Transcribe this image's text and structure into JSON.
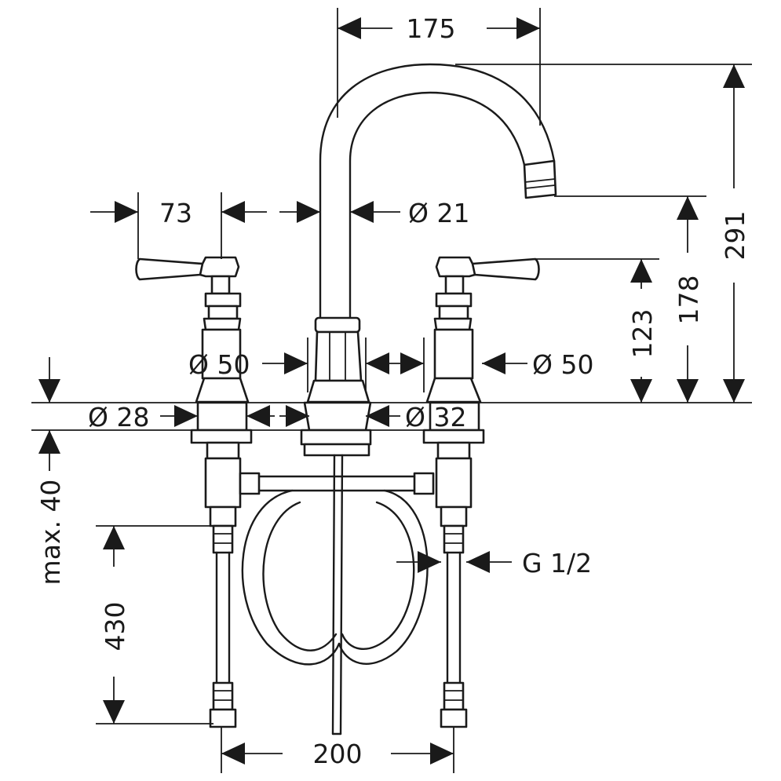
{
  "drawing": {
    "dimensions": {
      "spout_reach": "175",
      "handle_offset": "73",
      "spout_diameter": "Ø 21",
      "overall_height": "291",
      "spout_outlet_height": "178",
      "handle_height": "123",
      "left_valve_diameter": "Ø 50",
      "right_valve_diameter": "Ø 50",
      "left_shank_diameter": "Ø 28",
      "center_shank_diameter": "Ø 32",
      "deck_thickness": "max. 40",
      "hose_length": "430",
      "connection_thread": "G 1/2",
      "centers_spacing": "200"
    }
  }
}
